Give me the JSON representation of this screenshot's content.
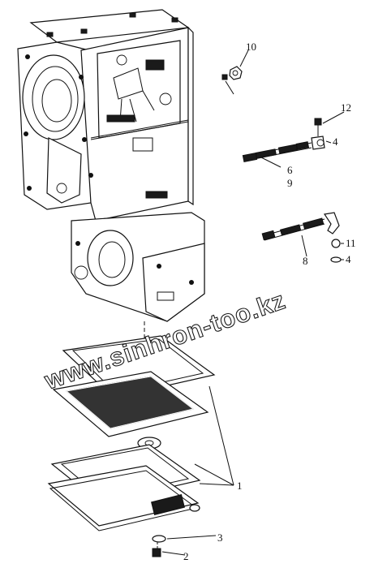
{
  "callouts": [
    {
      "id": "c10",
      "text": "10"
    },
    {
      "id": "c12",
      "text": "12"
    },
    {
      "id": "c4a",
      "text": "4"
    },
    {
      "id": "c6",
      "text": "6"
    },
    {
      "id": "c9",
      "text": "9"
    },
    {
      "id": "c11",
      "text": "11"
    },
    {
      "id": "c8",
      "text": "8"
    },
    {
      "id": "c4b",
      "text": "4"
    },
    {
      "id": "c1",
      "text": "1"
    },
    {
      "id": "c3",
      "text": "3"
    },
    {
      "id": "c2",
      "text": "2"
    }
  ],
  "watermark": "www.sinhron-too.kz"
}
